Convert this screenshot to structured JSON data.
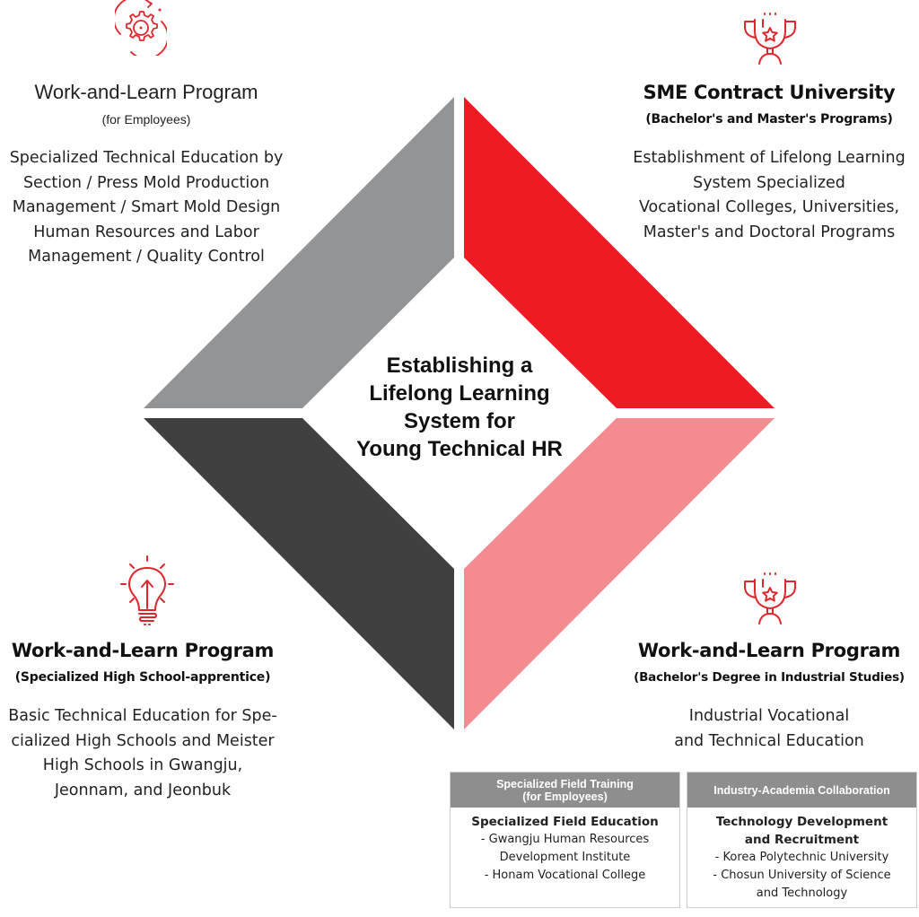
{
  "center": {
    "lines": [
      "Establishing a",
      "Lifelong Learning",
      "System for",
      "Young Technical HR"
    ]
  },
  "colors": {
    "top_left": "#939496",
    "top_right": "#ed1c24",
    "bottom_left": "#404040",
    "bottom_right": "#f48b90",
    "icon_red": "#e0262d",
    "box_header": "#8e8e8e"
  },
  "quadrants": {
    "top_left": {
      "icon": "gear-cycle-icon",
      "title": "Work-and-Learn Program",
      "subtitle": "(for Employees)",
      "desc": [
        "Specialized Technical Education by",
        "Section / Press Mold Production",
        "Management / Smart Mold Design",
        "Human Resources and Labor",
        "Management / Quality Control"
      ]
    },
    "top_right": {
      "icon": "trophy-star-icon",
      "title": "SME Contract University",
      "subtitle": "(Bachelor's and Master's Programs)",
      "desc": [
        "Establishment of Lifelong Learning",
        "System Specialized",
        "Vocational Colleges, Universities,",
        "Master's and Doctoral Programs"
      ]
    },
    "bottom_left": {
      "icon": "lightbulb-arrow-icon",
      "title": "Work-and-Learn Program",
      "subtitle": "(Specialized High School-apprentice)",
      "desc": [
        "Basic Technical Education for Spe-",
        "cialized High Schools and Meister",
        "High Schools in Gwangju,",
        "Jeonnam, and Jeonbuk"
      ]
    },
    "bottom_right": {
      "icon": "trophy-star-icon",
      "title": "Work-and-Learn Program",
      "subtitle": "(Bachelor's Degree in Industrial Studies)",
      "desc": [
        "Industrial Vocational",
        "and Technical Education"
      ]
    }
  },
  "boxes": [
    {
      "header": [
        "Specialized Field Training",
        "(for Employees)"
      ],
      "title": [
        "Specialized Field Education"
      ],
      "items": [
        "- Gwangju Human Resources",
        "Development Institute",
        "- Honam Vocational College"
      ]
    },
    {
      "header": [
        "Industry-Academia Collaboration"
      ],
      "title": [
        "Technology Development",
        "and Recruitment"
      ],
      "items": [
        "- Korea Polytechnic University",
        "- Chosun University of Science",
        "and Technology"
      ]
    }
  ]
}
